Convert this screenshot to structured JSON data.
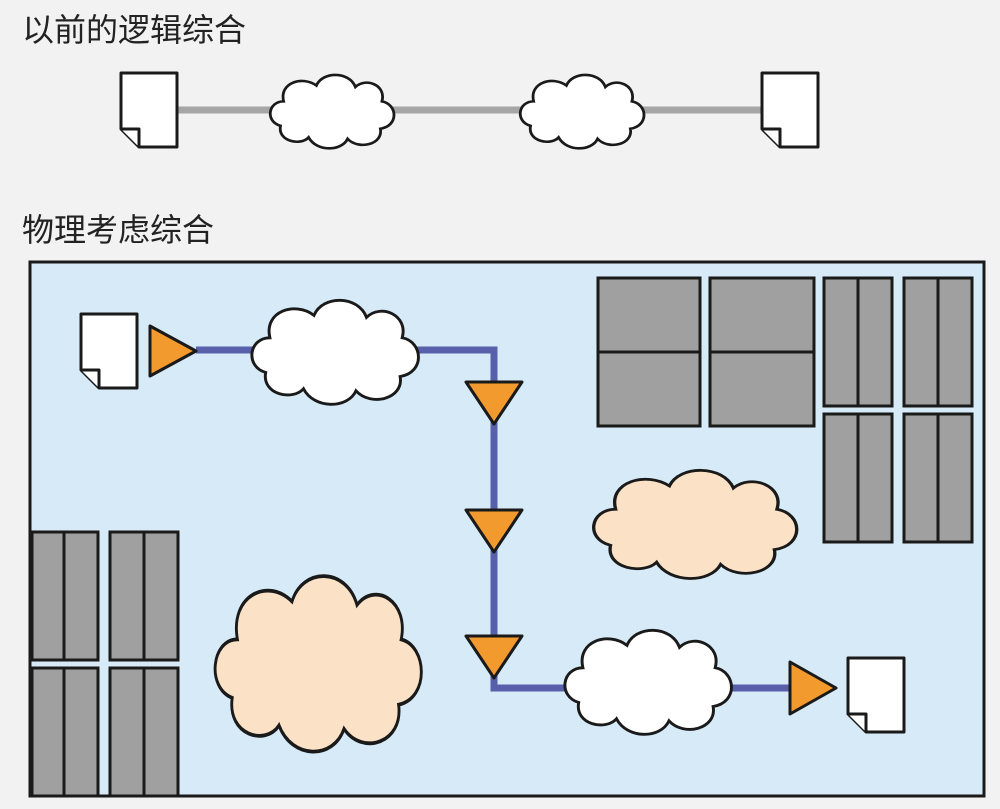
{
  "headings": {
    "logical": "以前的逻辑综合",
    "physical": "物理考虑综合"
  },
  "colors": {
    "page_bg": "#f2f2f2",
    "die_fill": "#d6eaf7",
    "wire_logical": "#a6a6a6",
    "wire_physical": "#5860ab",
    "buffer": "#f29a2e",
    "macro": "#a0a0a0",
    "cloud_logic": "#ffffff",
    "cloud_blockage": "#fbe1c6"
  },
  "icons": [
    "document-icon",
    "cloud-logic",
    "buffer-triangle",
    "memory-macro",
    "blockage-cloud"
  ],
  "logical_path": [
    "document-icon",
    "cloud-logic",
    "cloud-logic",
    "document-icon"
  ],
  "physical_path": {
    "buffers": 5,
    "logic_clouds": 2,
    "blockage_clouds": 2,
    "macro_groups": 4
  }
}
